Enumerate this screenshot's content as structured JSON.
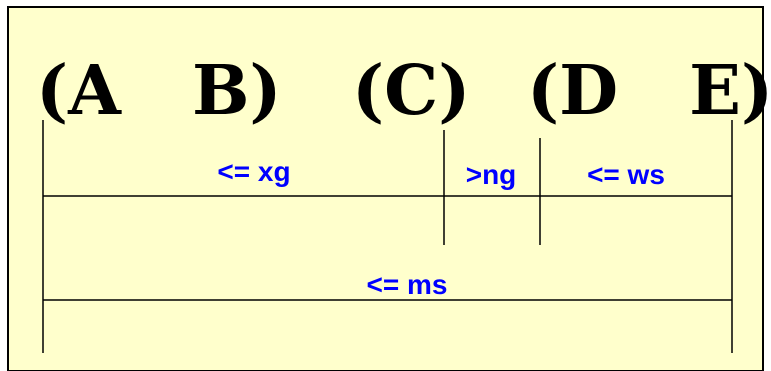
{
  "diagram": {
    "headings": {
      "ab": "(A   B)",
      "c": "(C)",
      "de": "(D   E)"
    },
    "labels": {
      "xg": "<= xg",
      "ng": ">ng",
      "ws": "<= ws",
      "ms": "<= ms"
    },
    "colors": {
      "background": "#ffffcc",
      "border": "#000000",
      "heading": "#000000",
      "label": "#0000ff",
      "lines": "#000000"
    }
  }
}
